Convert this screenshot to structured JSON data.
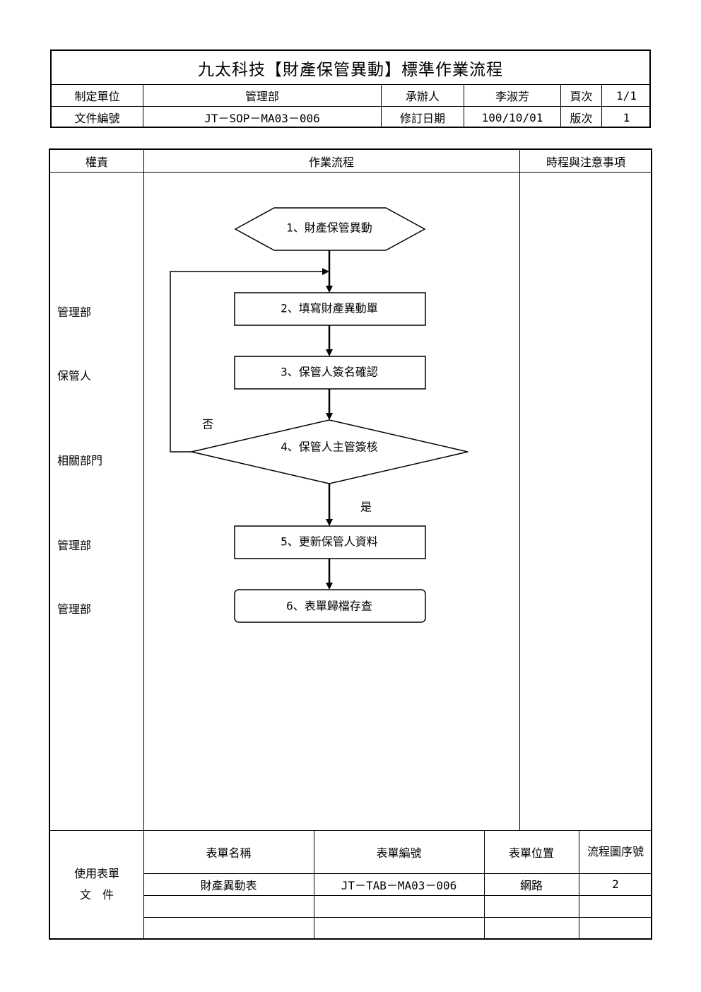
{
  "header": {
    "title": "九太科技【財產保管異動】標準作業流程",
    "rows": [
      {
        "label1": "制定單位",
        "value1": "管理部",
        "label2": "承辦人",
        "value2": "李淑芳",
        "label3": "頁次",
        "value3": "1/1"
      },
      {
        "label1": "文件編號",
        "value1": "JT－SOP－MA03－006",
        "label2": "修訂日期",
        "value2": "100/10/01",
        "label3": "版次",
        "value3": "1"
      }
    ]
  },
  "columns": {
    "responsibility": "權責",
    "process": "作業流程",
    "notes": "時程與注意事項"
  },
  "roles": [
    "管理部",
    "保管人",
    "相關部門",
    "管理部",
    "管理部"
  ],
  "flow": {
    "steps": [
      {
        "label": "1、財產保管異動",
        "shape": "hexagon"
      },
      {
        "label": "2、填寫財產異動單",
        "shape": "rectangle"
      },
      {
        "label": "3、保管人簽名確認",
        "shape": "rectangle"
      },
      {
        "label": "4、保管人主管簽核",
        "shape": "diamond"
      },
      {
        "label": "5、更新保管人資料",
        "shape": "rectangle"
      },
      {
        "label": "6、表單歸檔存查",
        "shape": "rounded-rectangle"
      }
    ],
    "no_label": "否",
    "yes_label": "是"
  },
  "forms": {
    "section_label_line1": "使用表單",
    "section_label_line2": "文　件",
    "headers": [
      "表單名稱",
      "表單編號",
      "表單位置",
      "流程圖序號"
    ],
    "rows": [
      [
        "財產異動表",
        "JT－TAB－MA03－006",
        "網路",
        "2"
      ],
      [
        "",
        "",
        "",
        ""
      ],
      [
        "",
        "",
        "",
        ""
      ]
    ]
  }
}
